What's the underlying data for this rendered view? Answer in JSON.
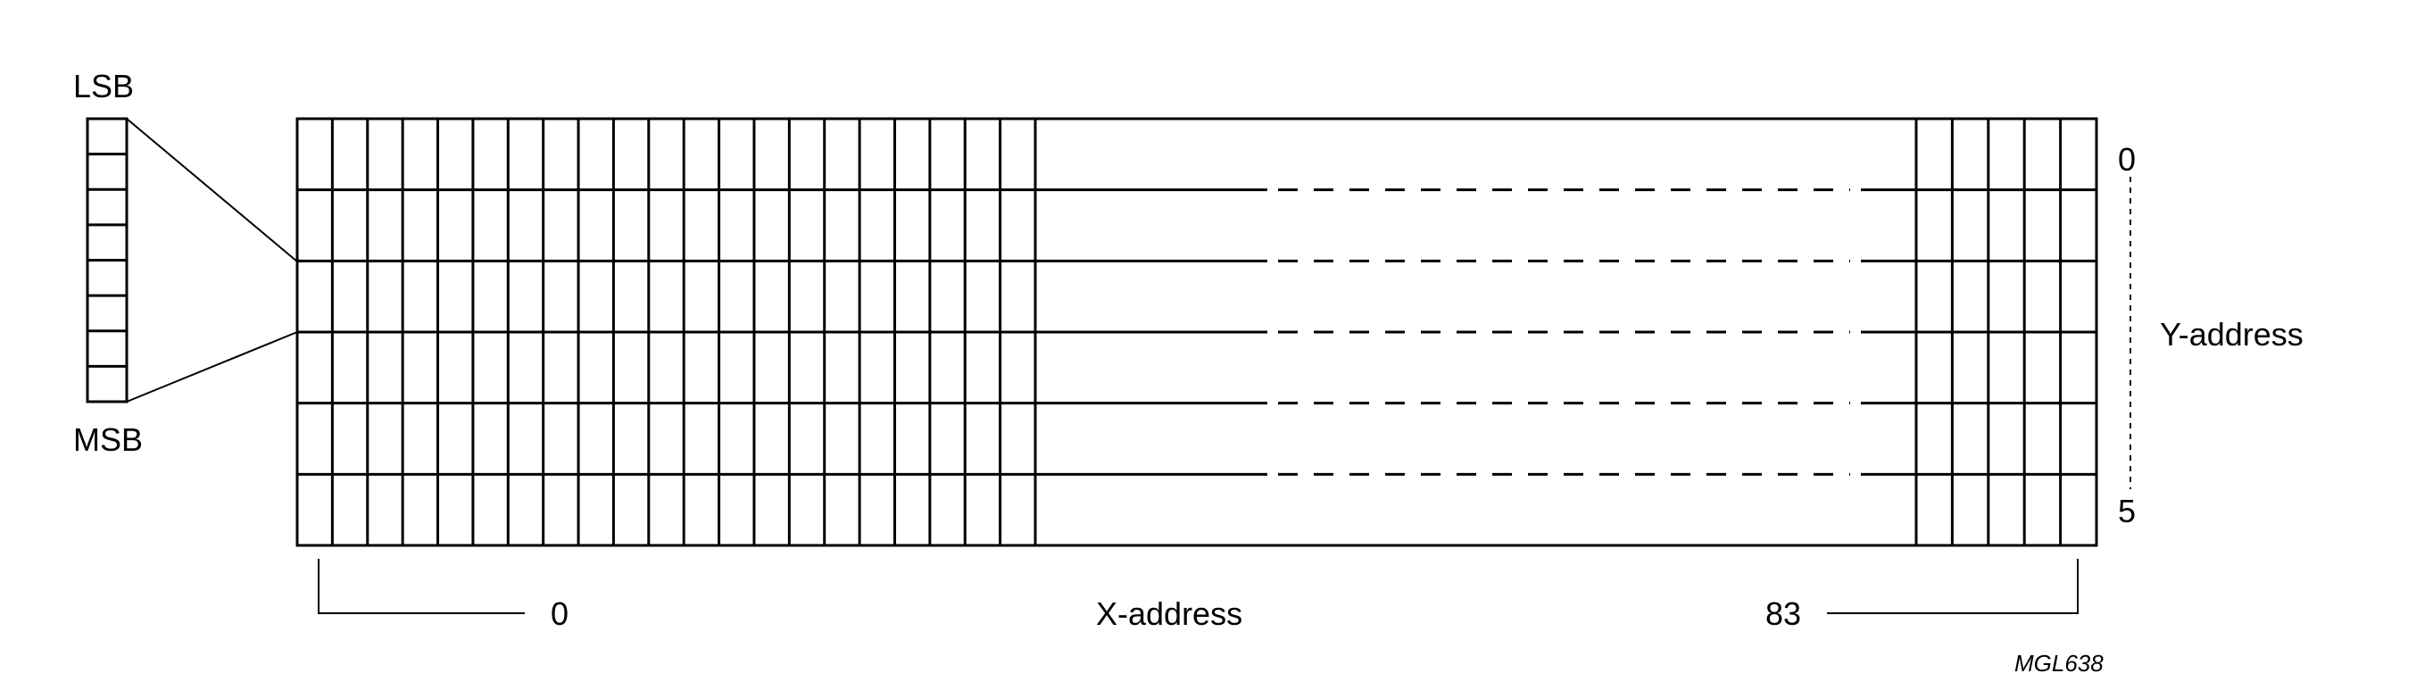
{
  "labels": {
    "lsb": "LSB",
    "msb": "MSB",
    "y_axis": "Y-address",
    "x_axis": "X-address",
    "x_start": "0",
    "x_end": "83",
    "y_start": "0",
    "y_end": "5",
    "figure_code": "MGL638"
  },
  "memory": {
    "rows": 6,
    "bits_per_byte": 8,
    "left_columns": 21,
    "right_columns": 5
  },
  "colors": {
    "line": "#000000",
    "background": "#ffffff"
  }
}
